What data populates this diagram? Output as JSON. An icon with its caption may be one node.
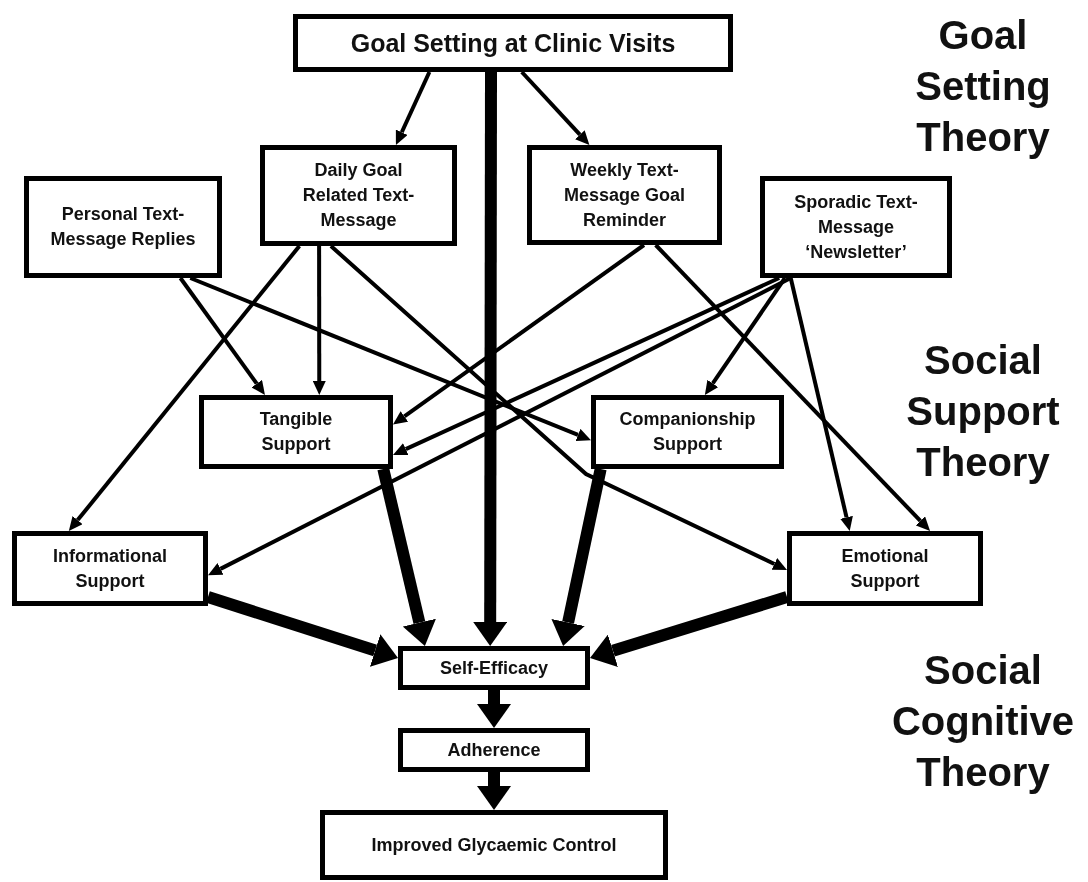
{
  "diagram": {
    "nodes": [
      {
        "text": [
          "Goal Setting at Clinic Visits"
        ]
      },
      {
        "text": [
          "Daily Goal Related Text-Message"
        ]
      },
      {
        "text": [
          "Weekly Text-Message Goal Reminder"
        ]
      },
      {
        "text": [
          "Personal Text-Message Replies"
        ]
      },
      {
        "text": [
          "Sporadic Text-Message ‘Newsletter’"
        ]
      },
      {
        "text": [
          "Tangible Support"
        ]
      },
      {
        "text": [
          "Companionship Support"
        ]
      },
      {
        "text": [
          "Informational Support"
        ]
      },
      {
        "text": [
          "Emotional Support"
        ]
      },
      {
        "text": [
          "Self-Efficacy"
        ]
      },
      {
        "text": [
          "Adherence"
        ]
      },
      {
        "text": [
          "Improved Glycaemic Control"
        ]
      }
    ],
    "edges": [
      {
        "from": 0,
        "to": 1,
        "arrow": "to"
      },
      {
        "from": 0,
        "to": 2,
        "arrow": "to"
      },
      {
        "from": 0,
        "to": 9,
        "arrow": "to",
        "style": "thick"
      },
      {
        "from": 1,
        "to": 7,
        "arrow": "to"
      },
      {
        "from": 1,
        "to": 5,
        "arrow": "to"
      },
      {
        "from": 1,
        "to": 8,
        "arrow": "to"
      },
      {
        "from": 3,
        "to": 5,
        "arrow": "to"
      },
      {
        "from": 3,
        "to": 6,
        "arrow": "to"
      },
      {
        "from": 2,
        "to": 5,
        "arrow": "to"
      },
      {
        "from": 2,
        "to": 8,
        "arrow": "to"
      },
      {
        "from": 4,
        "to": 5,
        "arrow": "to"
      },
      {
        "from": 4,
        "to": 7,
        "arrow": "to"
      },
      {
        "from": 4,
        "to": 6,
        "arrow": "to"
      },
      {
        "from": 4,
        "to": 8,
        "arrow": "to"
      },
      {
        "from": 5,
        "to": 9,
        "arrow": "to",
        "style": "thick"
      },
      {
        "from": 6,
        "to": 9,
        "arrow": "to",
        "style": "thick"
      },
      {
        "from": 7,
        "to": 9,
        "arrow": "to",
        "style": "thick"
      },
      {
        "from": 8,
        "to": 9,
        "arrow": "to",
        "style": "thick"
      },
      {
        "from": 9,
        "to": 10,
        "arrow": "to",
        "style": "thick"
      },
      {
        "from": 10,
        "to": 11,
        "arrow": "to",
        "style": "thick"
      }
    ],
    "labels": [
      "Goal Setting Theory",
      "Social Support Theory",
      "Social Cognitive Theory"
    ]
  }
}
